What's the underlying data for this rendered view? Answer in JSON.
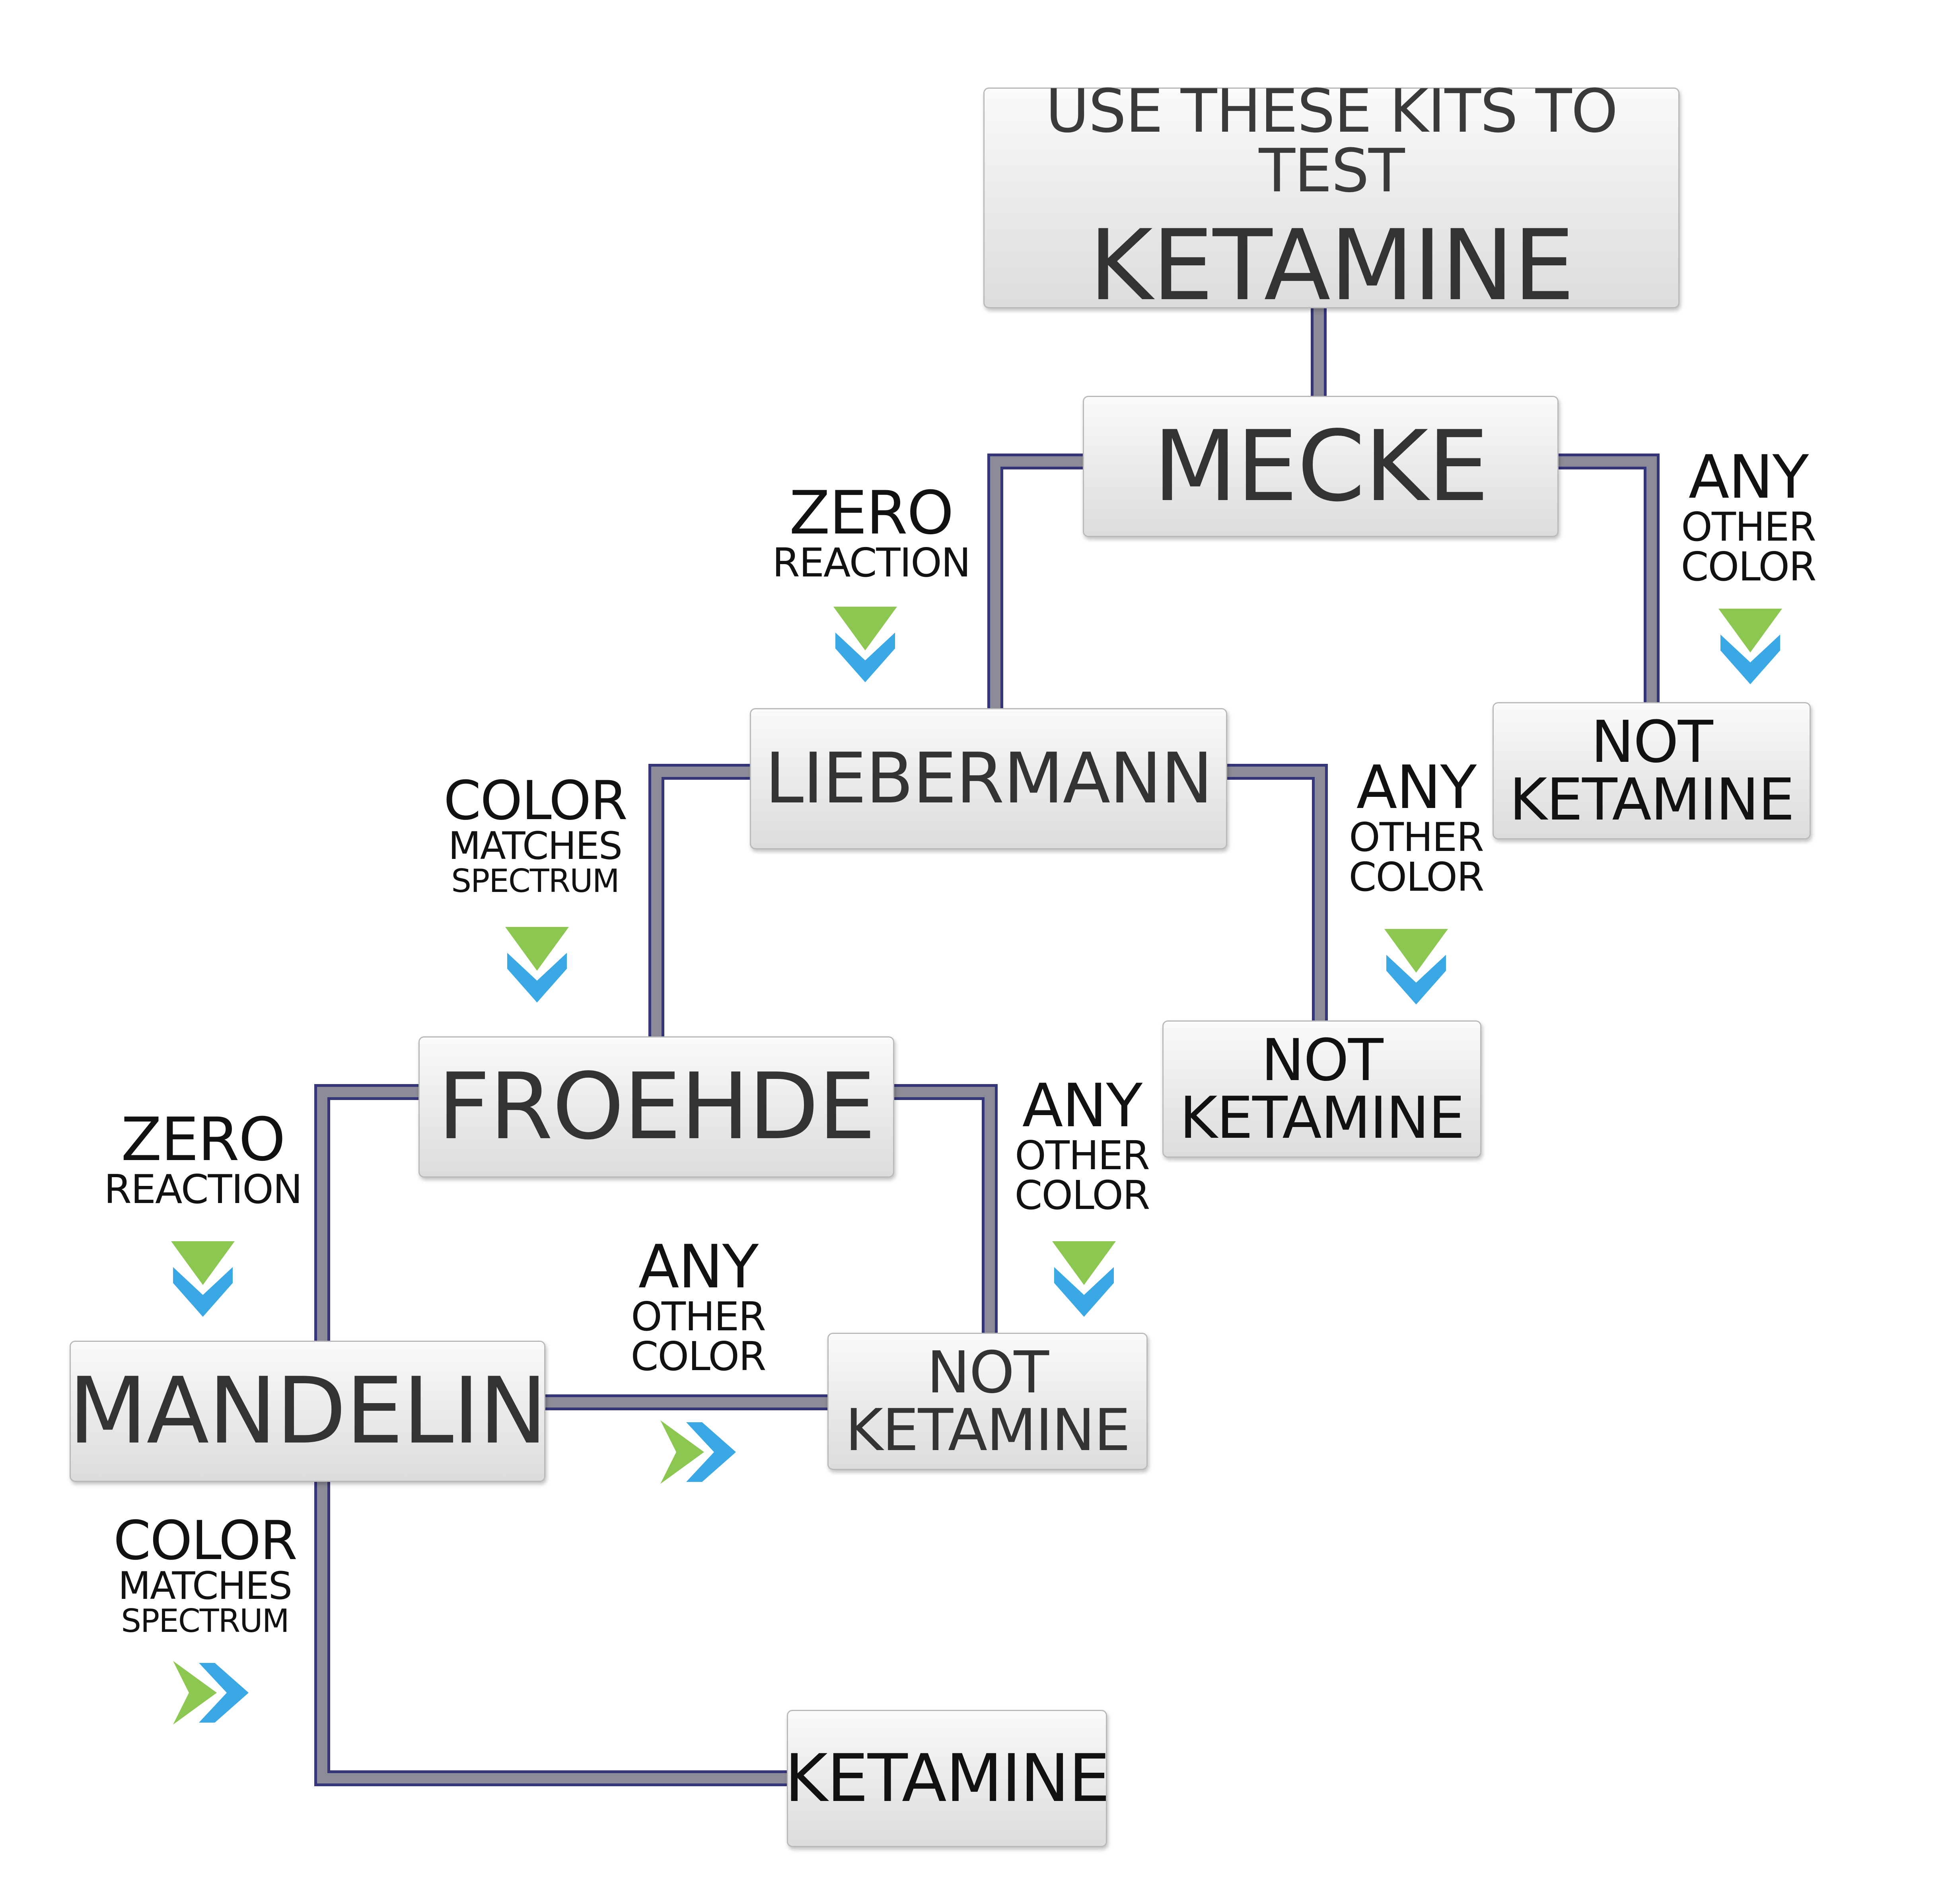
{
  "title": {
    "line1": "USE THESE KITS TO TEST",
    "line2": "KETAMINE"
  },
  "nodes": {
    "mecke": "MECKE",
    "liebermann": "LIEBERMANN",
    "froehde": "FROEHDE",
    "mandelin": "MANDELIN",
    "not_ketamine_1": [
      "NOT",
      "KETAMINE"
    ],
    "not_ketamine_2": [
      "NOT",
      "KETAMINE"
    ],
    "not_ketamine_3": [
      "NOT",
      "KETAMINE"
    ],
    "ketamine": "KETAMINE"
  },
  "edge_labels": {
    "mecke_zero": [
      "ZERO",
      "REACTION"
    ],
    "mecke_other": [
      "ANY",
      "OTHER",
      "COLOR"
    ],
    "liebermann_match": [
      "COLOR",
      "MATCHES",
      "SPECTRUM"
    ],
    "liebermann_other": [
      "ANY",
      "OTHER",
      "COLOR"
    ],
    "froehde_zero": [
      "ZERO",
      "REACTION"
    ],
    "froehde_other": [
      "ANY",
      "OTHER",
      "COLOR"
    ],
    "mandelin_other": [
      "ANY",
      "OTHER",
      "COLOR"
    ],
    "mandelin_match": [
      "COLOR",
      "MATCHES",
      "SPECTRUM"
    ]
  },
  "colors": {
    "arrow_front": "#8cc751",
    "arrow_back": "#3ba8e6",
    "wire_outer": "#35357a",
    "wire_inner": "#8c8c98",
    "box_text": "#333333"
  },
  "icons": {
    "arrow_down": "double-chevron-down-icon",
    "arrow_right": "double-chevron-right-icon"
  }
}
